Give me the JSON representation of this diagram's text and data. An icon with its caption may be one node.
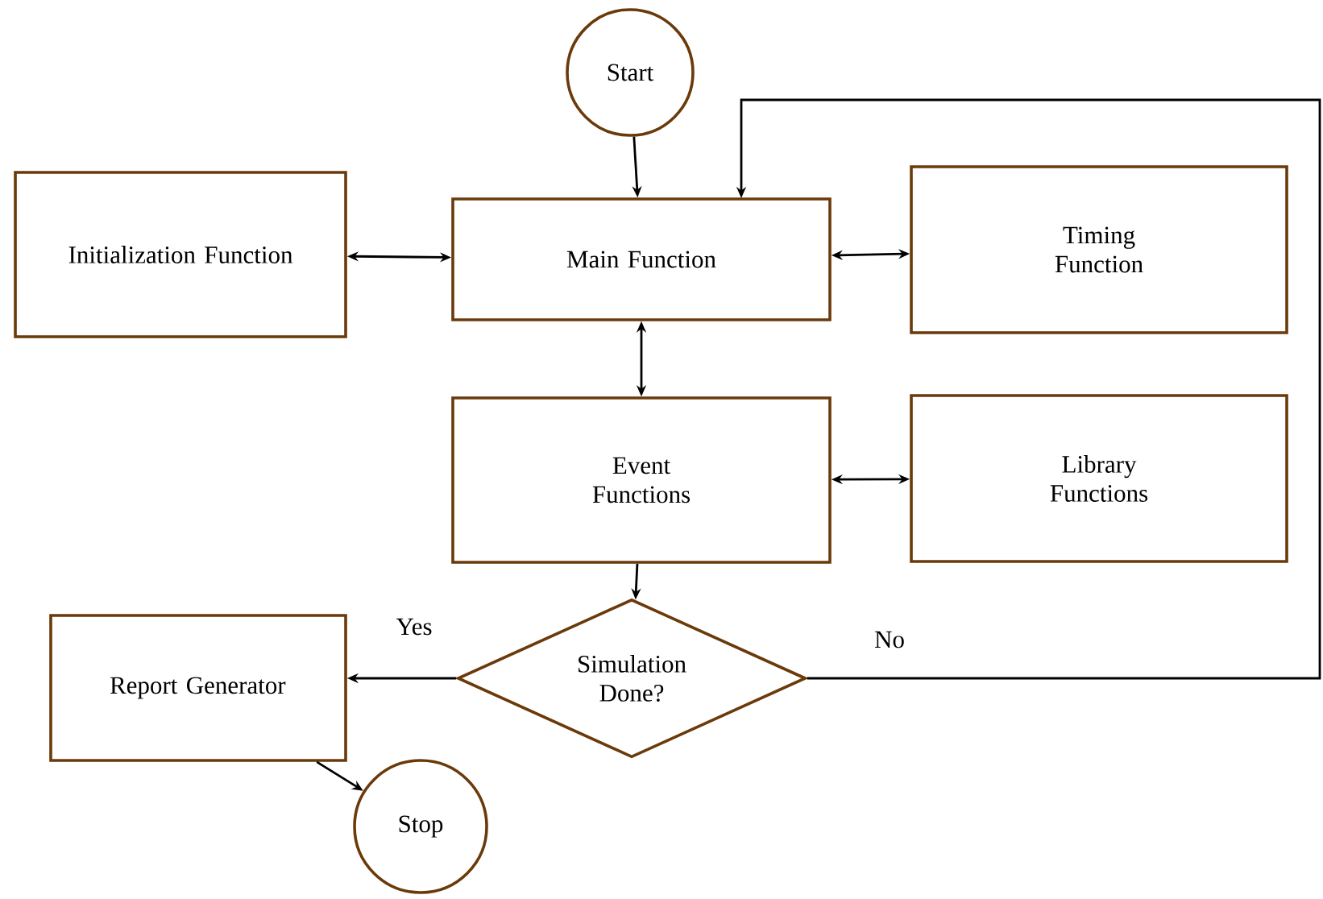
{
  "diagram": {
    "nodes": [
      {
        "text": [
          "Start"
        ]
      },
      {
        "text": [
          "Initialization Function"
        ]
      },
      {
        "text": [
          "Main Function"
        ]
      },
      {
        "text": [
          "Timing Function"
        ]
      },
      {
        "text": [
          "Event Functions"
        ]
      },
      {
        "text": [
          "Library Functions"
        ]
      },
      {
        "text": [
          "Simulation Done?"
        ]
      },
      {
        "text": [
          "Report Generator"
        ]
      },
      {
        "text": [
          "Stop"
        ]
      }
    ],
    "edges": [
      {
        "from": 0,
        "to": 2,
        "arrow": "to"
      },
      {
        "from": 1,
        "to": 2,
        "arrow": "both"
      },
      {
        "from": 2,
        "to": 3,
        "arrow": "both"
      },
      {
        "from": 2,
        "to": 4,
        "arrow": "both"
      },
      {
        "from": 4,
        "to": 5,
        "arrow": "both"
      },
      {
        "from": 4,
        "to": 6,
        "arrow": "to"
      },
      {
        "from": 6,
        "to": 7,
        "arrow": "to",
        "label": "Yes"
      },
      {
        "from": 6,
        "to": 2,
        "arrow": "to",
        "label": "No"
      },
      {
        "from": 7,
        "to": 8,
        "arrow": "to"
      }
    ]
  }
}
